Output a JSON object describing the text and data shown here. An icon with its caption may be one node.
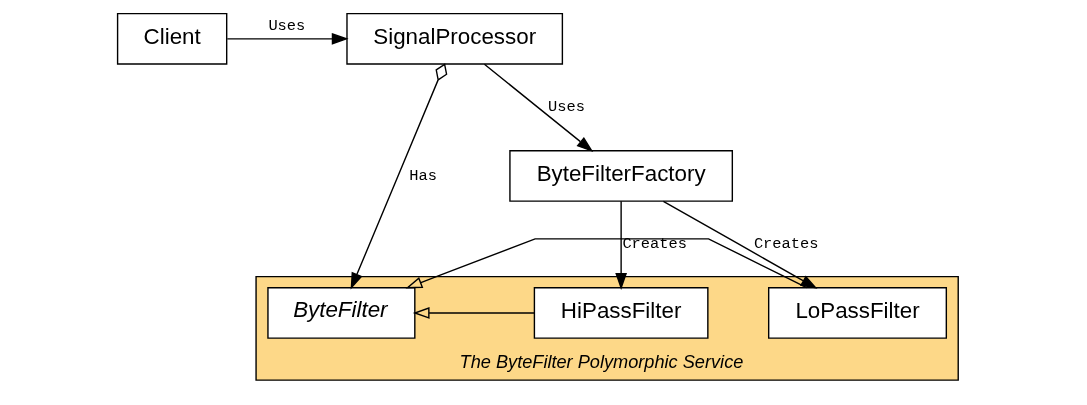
{
  "diagram": {
    "nodes": [
      {
        "text": [
          "Client"
        ]
      },
      {
        "text": [
          "SignalProcessor"
        ]
      },
      {
        "text": [
          "The ByteFilter Polymorphic Service"
        ]
      },
      {
        "text": [
          "ByteFilter"
        ],
        "in": 2
      },
      {
        "text": [
          "HiPassFilter"
        ],
        "in": 2
      },
      {
        "text": [
          "LoPassFilter"
        ],
        "in": 2
      },
      {
        "text": [
          "ByteFilterFactory"
        ]
      }
    ],
    "edges": [
      {
        "from": 0,
        "to": 1,
        "arrow": "to",
        "label": "Uses"
      },
      {
        "from": 1,
        "to": 3,
        "arrow": "to",
        "label": "Has"
      },
      {
        "from": 4,
        "to": 3,
        "arrow": "to"
      },
      {
        "from": 5,
        "to": 3,
        "arrow": "to"
      },
      {
        "from": 1,
        "to": 6,
        "arrow": "to",
        "label": "Uses"
      },
      {
        "from": 6,
        "to": 4,
        "arrow": "to",
        "label": "Creates"
      },
      {
        "from": 6,
        "to": 5,
        "arrow": "to",
        "label": "Creates"
      }
    ]
  }
}
